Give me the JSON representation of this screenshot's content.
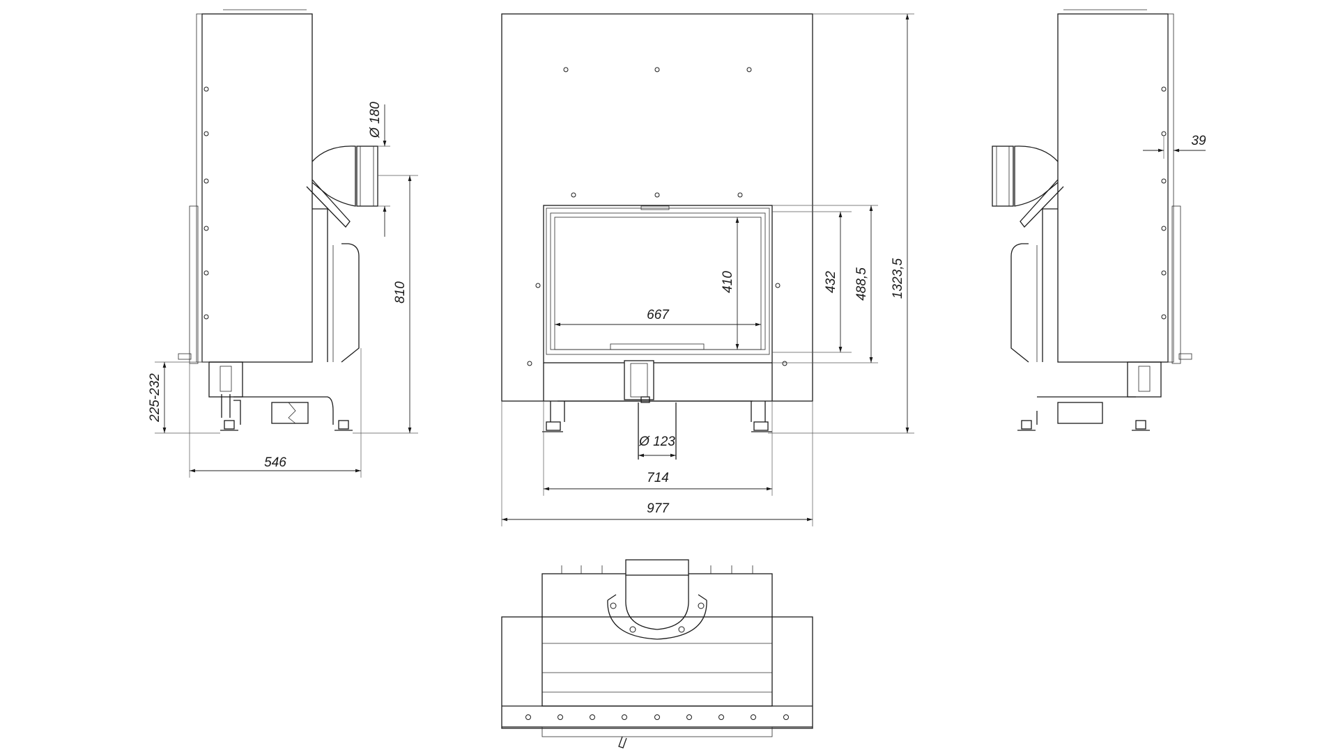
{
  "dimensions": {
    "side_width": "546",
    "side_leg_height": "225-232",
    "side_height_flue": "810",
    "flue_diameter": "Ø 180",
    "front_height_total": "1323,5",
    "front_outer_height": "488,5",
    "front_door_height": "432",
    "glass_height": "410",
    "glass_width": "667",
    "inlet_diameter": "Ø 123",
    "base_width": "714",
    "total_width": "977",
    "right_offset": "39"
  }
}
